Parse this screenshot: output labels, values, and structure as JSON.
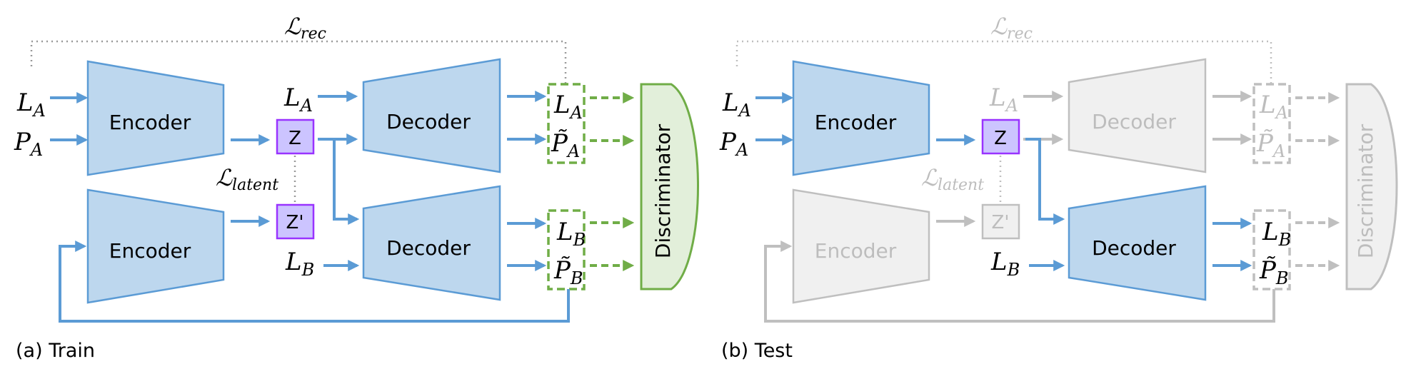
{
  "colors": {
    "blue_fill": "#bdd7ee",
    "blue_stroke": "#5b9bd5",
    "purple_fill": "#ccc4ff",
    "purple_stroke": "#9933ff",
    "green_stroke": "#70ad47",
    "green_fill": "#e2efda",
    "gray_fill": "#f0f0f0",
    "gray_stroke": "#bfbfbf",
    "gray_text": "#bdbdbd"
  },
  "labels": {
    "encoder": "Encoder",
    "decoder": "Decoder",
    "discriminator": "Discriminator",
    "z": "Z",
    "z_prime": "Z'",
    "l_rec_script": "ℒ",
    "l_rec_sub": "rec",
    "l_latent_script": "ℒ",
    "l_latent_sub": "latent",
    "la_main": "L",
    "la_sub": "A",
    "pa_main": "P",
    "pa_sub": "A",
    "lb_main": "L",
    "lb_sub": "B",
    "pa_tilde_main": "P̃",
    "pb_tilde_main": "P̃",
    "pb_sub": "B"
  },
  "panels": [
    {
      "id": "train",
      "caption": "(a) Train"
    },
    {
      "id": "test",
      "caption": "(b) Test"
    }
  ]
}
